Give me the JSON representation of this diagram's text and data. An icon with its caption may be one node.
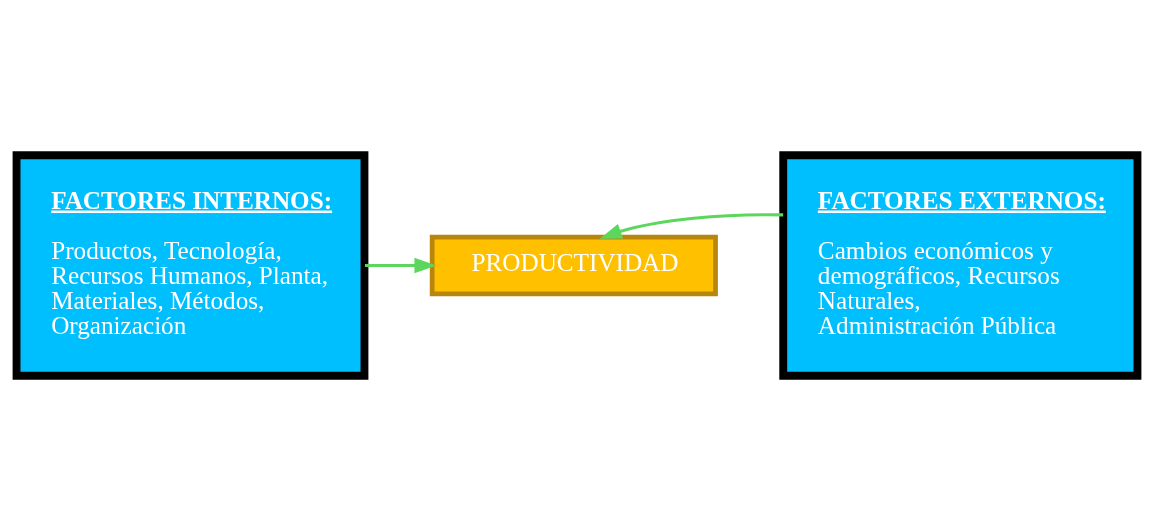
{
  "diagram": {
    "nodes": [
      {
        "text": [
          "FACTORES INTERNOS:",
          "Productos, Tecnología, Recursos Humanos, Planta, Materiales, Métodos, Organización"
        ]
      },
      {
        "text": [
          "PRODUCTIVIDAD"
        ]
      },
      {
        "text": [
          "FACTORES EXTERNOS:",
          "Cambios económicos y demográficos, Recursos Naturales, Administración Pública"
        ]
      }
    ],
    "edges": [
      {
        "from": 0,
        "to": 1,
        "arrow": "to"
      },
      {
        "from": 2,
        "to": 1,
        "arrow": "to"
      }
    ]
  }
}
